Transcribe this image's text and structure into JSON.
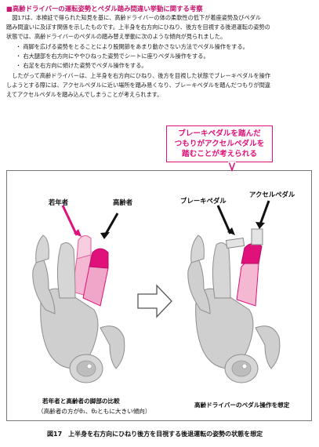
{
  "heading": "■高齢ドライバーの運転姿勢とペダル踏み間違い挙動に関する考察",
  "intro_lines": [
    "　図17は、本検証で得られた知見を基に、高齢ドライバーの体の柔軟性の低下が着座姿勢及びペダル",
    "踏み間違いに及ぼす関係を示したものです。上半身を右方向にひねり、後方を目視する後退運転の姿勢の",
    "状態では、高齢ドライバーのペダルの踏み替え挙動に次のような傾向が見られました。"
  ],
  "bullets": [
    "・ 両脚を広げる姿勢をとることにより股関節をあまり動かさない方法でペダル操作をする。",
    "・ 右大腿部を右方向にややひねった姿勢でシートに座りペダル操作をする。",
    "・ 右足を右方向に傾けた姿勢でペダル操作をする。"
  ],
  "conclusion_lines": [
    "　したがって高齢ドライバーは、上半身を右方向にひねり、後方を目視した状態でブレーキペダルを操作",
    "しようとする際には、アクセルペダルに近い場所を踏み易くなり、ブレーキペダルを踏んだつもりが間違",
    "えてアクセルペダルを踏み込んでしまうことが考えられます。"
  ],
  "callout_lines": [
    "ブレーキペダルを踏んだ",
    "つもりがアクセルペダルを",
    "踏むことが考えられる"
  ],
  "labels": {
    "young": "若年者",
    "elderly": "高齢者",
    "brake": "ブレーキペダル",
    "accel": "アクセルペダル"
  },
  "left_caption": "若年者と高齢者の脚部の比較",
  "left_subcaption": "（高齢者の方がθ₁、θ₂ともに大きい傾向）",
  "right_caption": "高齢ドライバーのペダル操作を想定",
  "figure_caption": "図17　上半身を右方向にひねり後方を目視する後退運転の姿勢の状態を想定",
  "colors": {
    "magenta": "#e0117a",
    "light_pink": "#f4b8d3",
    "gray": "#c8c8c8",
    "dark_gray": "#9a9a9a",
    "heading": "#c8176f"
  }
}
